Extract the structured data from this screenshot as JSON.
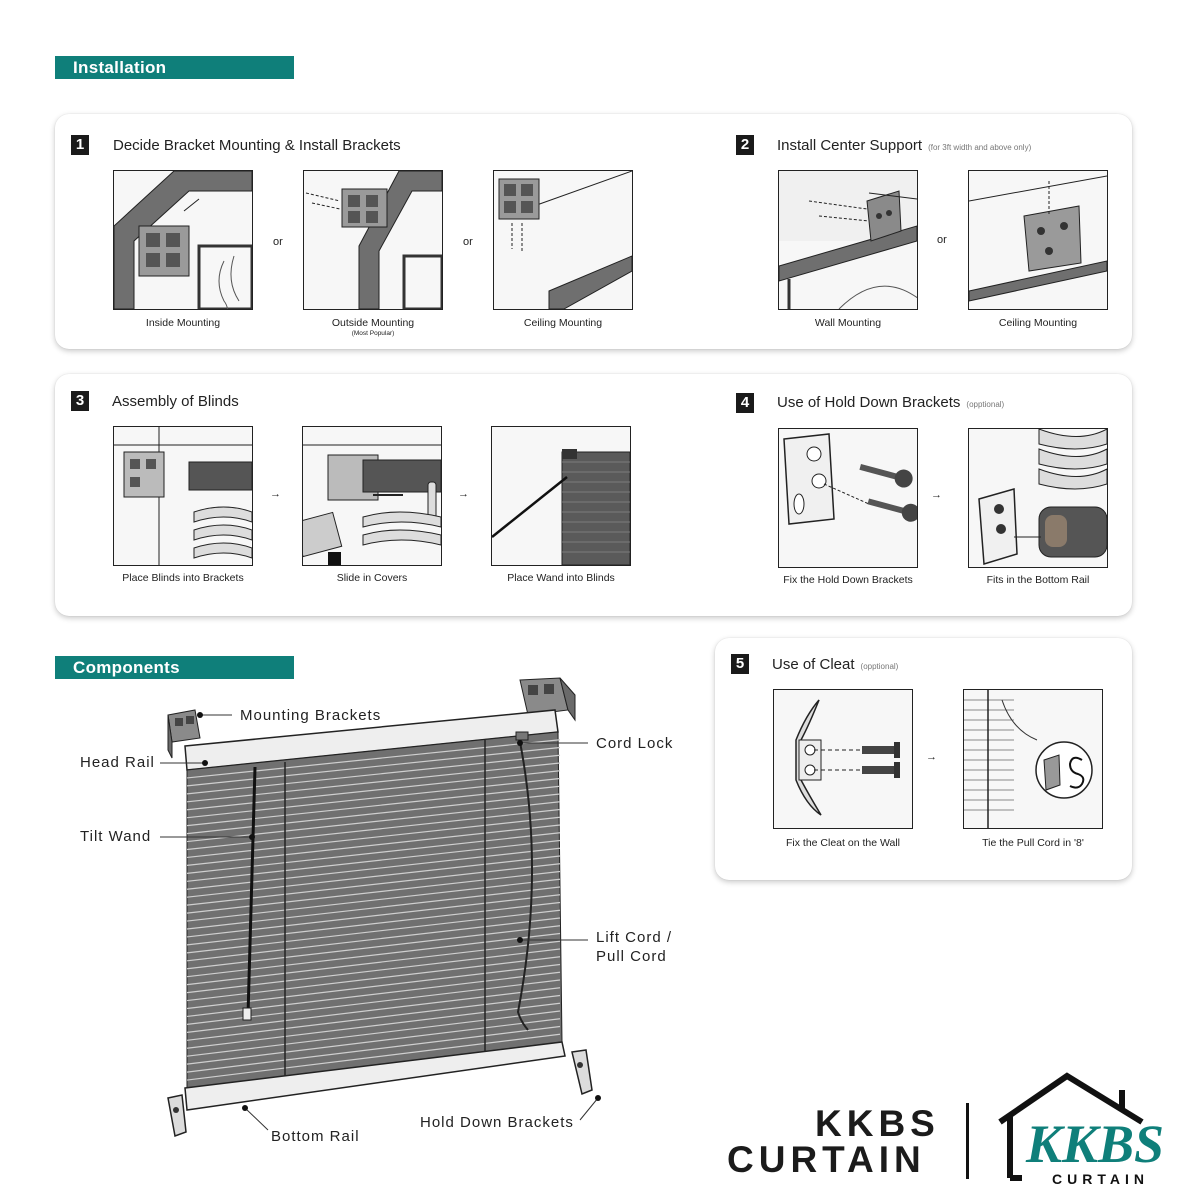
{
  "installation_tag": "Installation",
  "components_tag": "Components",
  "steps": {
    "s1": {
      "num": "1",
      "title": "Decide Bracket Mounting & Install Brackets",
      "captions": [
        "Inside Mounting",
        "Outside Mounting",
        "Ceiling Mounting"
      ],
      "sub_caption": "(Most Popular)",
      "connector": "or"
    },
    "s2": {
      "num": "2",
      "title": "Install Center Support",
      "note": "(for 3ft width and above only)",
      "captions": [
        "Wall Mounting",
        "Ceiling Mounting"
      ],
      "connector": "or"
    },
    "s3": {
      "num": "3",
      "title": "Assembly of Blinds",
      "captions": [
        "Place Blinds into Brackets",
        "Slide in Covers",
        "Place Wand into Blinds"
      ],
      "connector": "→"
    },
    "s4": {
      "num": "4",
      "title": "Use of Hold Down Brackets",
      "note": "(opptional)",
      "captions": [
        "Fix the Hold Down Brackets",
        "Fits in the Bottom Rail"
      ],
      "connector": "→"
    },
    "s5": {
      "num": "5",
      "title": "Use of Cleat",
      "note": "(opptional)",
      "captions": [
        "Fix the Cleat on the Wall",
        "Tie the Pull Cord in '8'"
      ],
      "connector": "→"
    }
  },
  "components": {
    "mounting_brackets": "Mounting Brackets",
    "head_rail": "Head Rail",
    "tilt_wand": "Tilt Wand",
    "cord_lock": "Cord Lock",
    "lift_cord_1": "Lift Cord /",
    "lift_cord_2": "Pull Cord",
    "bottom_rail": "Bottom Rail",
    "hold_down_brackets": "Hold Down Brackets"
  },
  "brand": {
    "line1": "KKBS",
    "line2": "CURTAIN",
    "emblem_text": "KKBS",
    "emblem_sub": "CURTAIN",
    "teal": "#0f7f7a"
  }
}
